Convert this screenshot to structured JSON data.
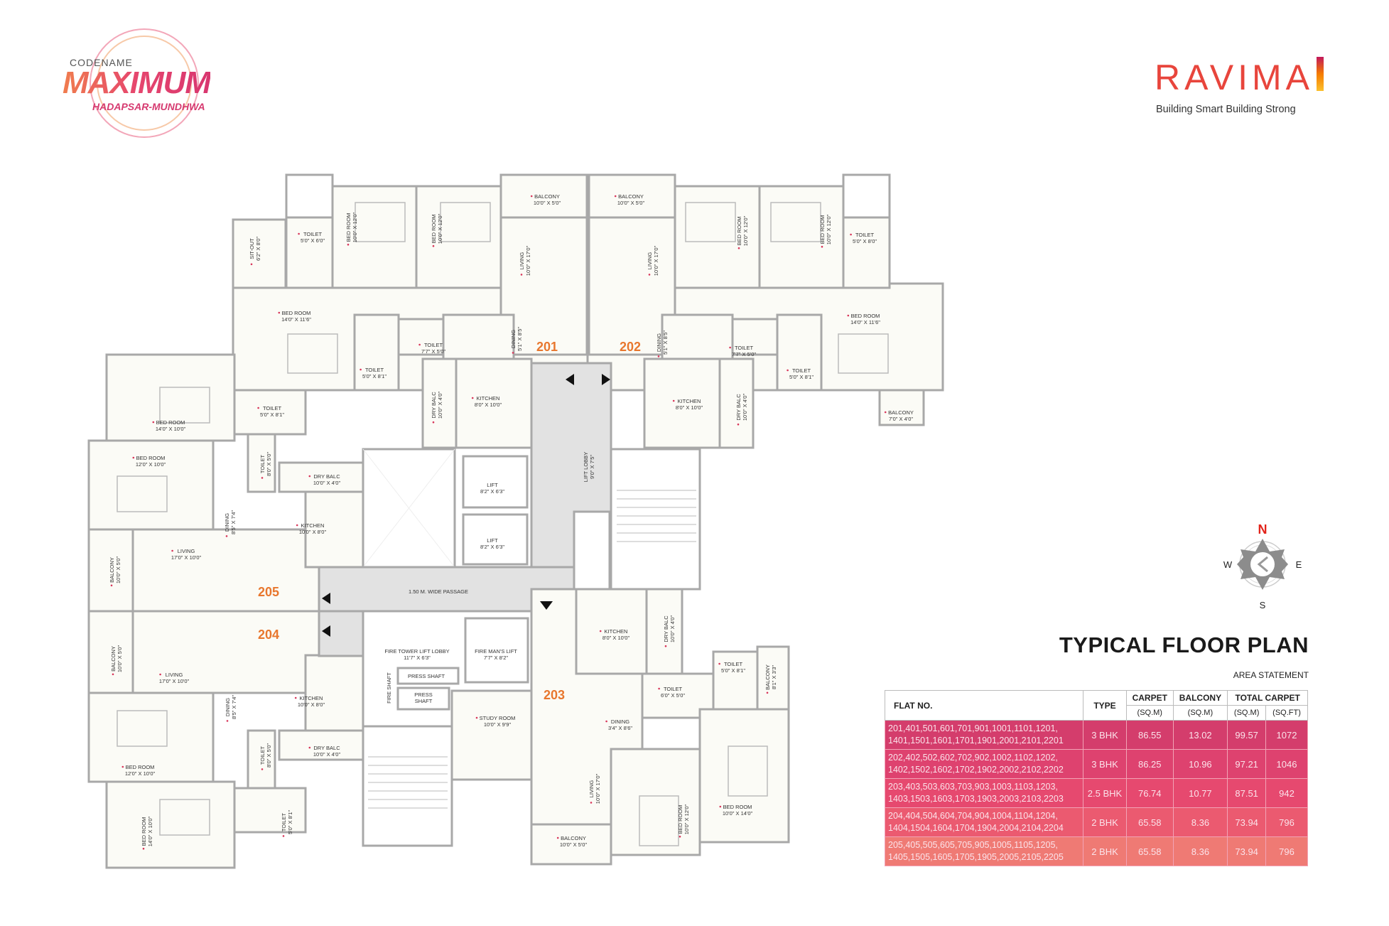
{
  "brand_left": {
    "codename": "CODENAME",
    "name": "MAXIMUM",
    "location": "HADAPSAR-MUNDHWA"
  },
  "brand_right": {
    "name": "RAVIMA",
    "tagline": "Building Smart Building Strong"
  },
  "title": "TYPICAL FLOOR PLAN",
  "subtitle": "AREA STATEMENT",
  "colors": {
    "accent_orange": "#e8772e",
    "label_dot": "#d8365a",
    "brand_red": "#e8453c",
    "passage_grey": "#e2e2e2",
    "room_fill": "#fbfbf6",
    "row_colors": [
      "#d43d6c",
      "#de426f",
      "#e6496f",
      "#eb5a70",
      "#ef7a74"
    ]
  },
  "table": {
    "headers": {
      "flat_no": "FLAT NO.",
      "type": "TYPE",
      "carpet": "CARPET",
      "balcony": "BALCONY",
      "total_carpet": "TOTAL CARPET",
      "sqm": "(SQ.M)",
      "sqft": "(SQ.FT)"
    },
    "rows": [
      {
        "flats_1": "201,401,501,601,701,901,1001,1101,1201,",
        "flats_2": "1401,1501,1601,1701,1901,2001,2101,2201",
        "type": "3 BHK",
        "carpet": "86.55",
        "balcony": "13.02",
        "total_sqm": "99.57",
        "total_sqft": "1072"
      },
      {
        "flats_1": "202,402,502,602,702,902,1002,1102,1202,",
        "flats_2": "1402,1502,1602,1702,1902,2002,2102,2202",
        "type": "3 BHK",
        "carpet": "86.25",
        "balcony": "10.96",
        "total_sqm": "97.21",
        "total_sqft": "1046"
      },
      {
        "flats_1": "203,403,503,603,703,903,1003,1103,1203,",
        "flats_2": "1403,1503,1603,1703,1903,2003,2103,2203",
        "type": "2.5 BHK",
        "carpet": "76.74",
        "balcony": "10.77",
        "total_sqm": "87.51",
        "total_sqft": "942"
      },
      {
        "flats_1": "204,404,504,604,704,904,1004,1104,1204,",
        "flats_2": "1404,1504,1604,1704,1904,2004,2104,2204",
        "type": "2 BHK",
        "carpet": "65.58",
        "balcony": "8.36",
        "total_sqm": "73.94",
        "total_sqft": "796"
      },
      {
        "flats_1": "205,405,505,605,705,905,1005,1105,1205,",
        "flats_2": "1405,1505,1605,1705,1905,2005,2105,2205",
        "type": "2 BHK",
        "carpet": "65.58",
        "balcony": "8.36",
        "total_sqm": "73.94",
        "total_sqft": "796"
      }
    ]
  },
  "compass": {
    "n": "N",
    "s": "S",
    "e": "E",
    "w": "W"
  },
  "units": [
    "201",
    "202",
    "203",
    "204",
    "205"
  ],
  "rooms": [
    {
      "name": "SIT-OUT",
      "dims": "6'2\" X 8'0\""
    },
    {
      "name": "TOILET",
      "dims": "5'0\" X 6'0\""
    },
    {
      "name": "BED ROOM",
      "dims": "10'0\" X 12'0\""
    },
    {
      "name": "BED ROOM",
      "dims": "10'0\" X 12'0\""
    },
    {
      "name": "BALCONY",
      "dims": "10'0\" X 5'0\""
    },
    {
      "name": "LIVING",
      "dims": "10'0\" X 17'0\""
    },
    {
      "name": "BED ROOM",
      "dims": "14'0\" X 11'6\""
    },
    {
      "name": "TOILET",
      "dims": "7'7\" X 5'0\""
    },
    {
      "name": "DINING",
      "dims": "5'1\" X 8'5\""
    },
    {
      "name": "TOILET",
      "dims": "5'0\" X 8'1\""
    },
    {
      "name": "DRY BALC",
      "dims": "10'0\" X 4'0\""
    },
    {
      "name": "KITCHEN",
      "dims": "8'0\" X 10'0\""
    },
    {
      "name": "BALCONY",
      "dims": "10'0\" X 5'0\""
    },
    {
      "name": "BED ROOM",
      "dims": "10'0\" X 12'0\""
    },
    {
      "name": "BED ROOM",
      "dims": "10'0\" X 12'0\""
    },
    {
      "name": "TOILET",
      "dims": "5'0\" X 8'0\""
    },
    {
      "name": "LIVING",
      "dims": "10'0\" X 17'0\""
    },
    {
      "name": "BED ROOM",
      "dims": "14'0\" X 11'6\""
    },
    {
      "name": "DINING",
      "dims": "5'1\" X 8'5\""
    },
    {
      "name": "TOILET",
      "dims": "7'7\" X 5'0\""
    },
    {
      "name": "TOILET",
      "dims": "5'0\" X 8'1\""
    },
    {
      "name": "KITCHEN",
      "dims": "8'0\" X 10'0\""
    },
    {
      "name": "DRY BALC",
      "dims": "10'0\" X 4'0\""
    },
    {
      "name": "BALCONY",
      "dims": "7'0\" X 4'0\""
    },
    {
      "name": "BED ROOM",
      "dims": "14'0\" X 10'0\""
    },
    {
      "name": "TOILET",
      "dims": "5'0\" X 8'1\""
    },
    {
      "name": "BED ROOM",
      "dims": "12'0\" X 10'0\""
    },
    {
      "name": "TOILET",
      "dims": "8'0\" X 5'0\""
    },
    {
      "name": "DRY BALC",
      "dims": "10'0\" X 4'0\""
    },
    {
      "name": "DINING",
      "dims": "8'5\" X 7'4\""
    },
    {
      "name": "KITCHEN",
      "dims": "10'0\" X 8'0\""
    },
    {
      "name": "LIVING",
      "dims": "17'0\" X 10'0\""
    },
    {
      "name": "BALCONY",
      "dims": "10'0\" X 5'0\""
    },
    {
      "name": "BALCONY",
      "dims": "10'0\" X 5'0\""
    },
    {
      "name": "LIVING",
      "dims": "17'0\" X 10'0\""
    },
    {
      "name": "KITCHEN",
      "dims": "10'0\" X 8'0\""
    },
    {
      "name": "DINING",
      "dims": "8'5\" X 7'4\""
    },
    {
      "name": "DRY BALC",
      "dims": "10'0\" X 4'0\""
    },
    {
      "name": "TOILET",
      "dims": "8'0\" X 5'0\""
    },
    {
      "name": "BED ROOM",
      "dims": "12'0\" X 10'0\""
    },
    {
      "name": "TOILET",
      "dims": "5'0\" X 8'1\""
    },
    {
      "name": "BED ROOM",
      "dims": "14'0\" X 10'0\""
    },
    {
      "name": "LIFT",
      "dims": "8'2\" X 6'3\""
    },
    {
      "name": "LIFT",
      "dims": "8'2\" X 6'3\""
    },
    {
      "name": "LIFT LOBBY",
      "dims": "9'0\" X 7'5\""
    },
    {
      "name": "1.50 M. WIDE PASSAGE",
      "dims": ""
    },
    {
      "name": "FIRE TOWER LIFT LOBBY",
      "dims": "11'7\" X 6'3\""
    },
    {
      "name": "FIRE MAN'S LIFT",
      "dims": "7'7\" X 8'2\""
    },
    {
      "name": "PRESS SHAFT",
      "dims": ""
    },
    {
      "name": "PRESS",
      "dims": "SHAFT"
    },
    {
      "name": "FIRE SHAFT",
      "dims": ""
    },
    {
      "name": "KITCHEN",
      "dims": "8'0\" X 10'0\""
    },
    {
      "name": "DRY BALC",
      "dims": "10'0\" X 4'0\""
    },
    {
      "name": "TOILET",
      "dims": "6'0\" X 5'0\""
    },
    {
      "name": "STUDY ROOM",
      "dims": "10'0\" X 9'9\""
    },
    {
      "name": "DINING",
      "dims": "3'4\" X 8'6\""
    },
    {
      "name": "TOILET",
      "dims": "5'0\" X 8'1\""
    },
    {
      "name": "BALCONY",
      "dims": "8'1\" X 3'3\""
    },
    {
      "name": "LIVING",
      "dims": "10'0\" X 17'0\""
    },
    {
      "name": "BED ROOM",
      "dims": "10'0\" X 12'0\""
    },
    {
      "name": "BED ROOM",
      "dims": "10'0\" X 14'0\""
    },
    {
      "name": "BALCONY",
      "dims": "10'0\" X 5'0\""
    }
  ]
}
